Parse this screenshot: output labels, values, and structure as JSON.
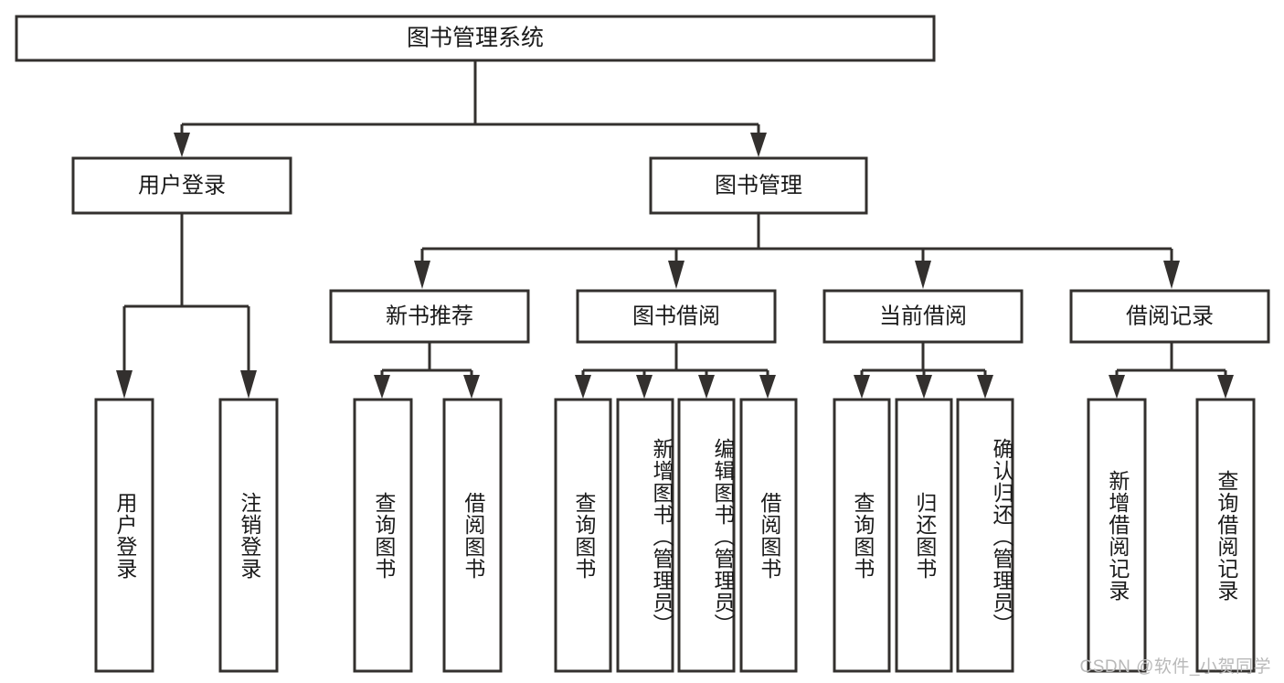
{
  "diagram": {
    "title": "图书管理系统",
    "type": "hierarchy-tree",
    "root": {
      "label": "图书管理系统",
      "name": "root-node-library-management-system"
    },
    "level2": [
      {
        "label": "用户登录",
        "name": "node-user-login"
      },
      {
        "label": "图书管理",
        "name": "node-book-management"
      }
    ],
    "level3": [
      {
        "label": "新书推荐",
        "name": "node-new-book-recommendation"
      },
      {
        "label": "图书借阅",
        "name": "node-book-borrow"
      },
      {
        "label": "当前借阅",
        "name": "node-current-borrow"
      },
      {
        "label": "借阅记录",
        "name": "node-borrow-record"
      }
    ],
    "leaves": {
      "user_login": [
        {
          "label": "用户登录",
          "name": "leaf-user-login"
        },
        {
          "label": "注销登录",
          "name": "leaf-logout"
        }
      ],
      "new_book_recommendation": [
        {
          "label": "查询图书",
          "name": "leaf-query-book-rec"
        },
        {
          "label": "借阅图书",
          "name": "leaf-borrow-book-rec"
        }
      ],
      "book_borrow": [
        {
          "label": "查询图书",
          "name": "leaf-query-book-borrow"
        },
        {
          "label": "新增图书（管理员）",
          "name": "leaf-add-book-admin"
        },
        {
          "label": "编辑图书（管理员）",
          "name": "leaf-edit-book-admin"
        },
        {
          "label": "借阅图书",
          "name": "leaf-borrow-book"
        }
      ],
      "current_borrow": [
        {
          "label": "查询图书",
          "name": "leaf-query-book-current"
        },
        {
          "label": "归还图书",
          "name": "leaf-return-book"
        },
        {
          "label": "确认归还（管理员）",
          "name": "leaf-confirm-return-admin"
        }
      ],
      "borrow_record": [
        {
          "label": "新增借阅记录",
          "name": "leaf-add-borrow-record"
        },
        {
          "label": "查询借阅记录",
          "name": "leaf-query-borrow-record"
        }
      ]
    },
    "colors": {
      "stroke": "#33302e",
      "background": "#ffffff",
      "text": "#1a1a1a",
      "watermark": "#b9b9b9"
    }
  },
  "watermark": {
    "text": "CSDN @软件_小贺同学"
  }
}
